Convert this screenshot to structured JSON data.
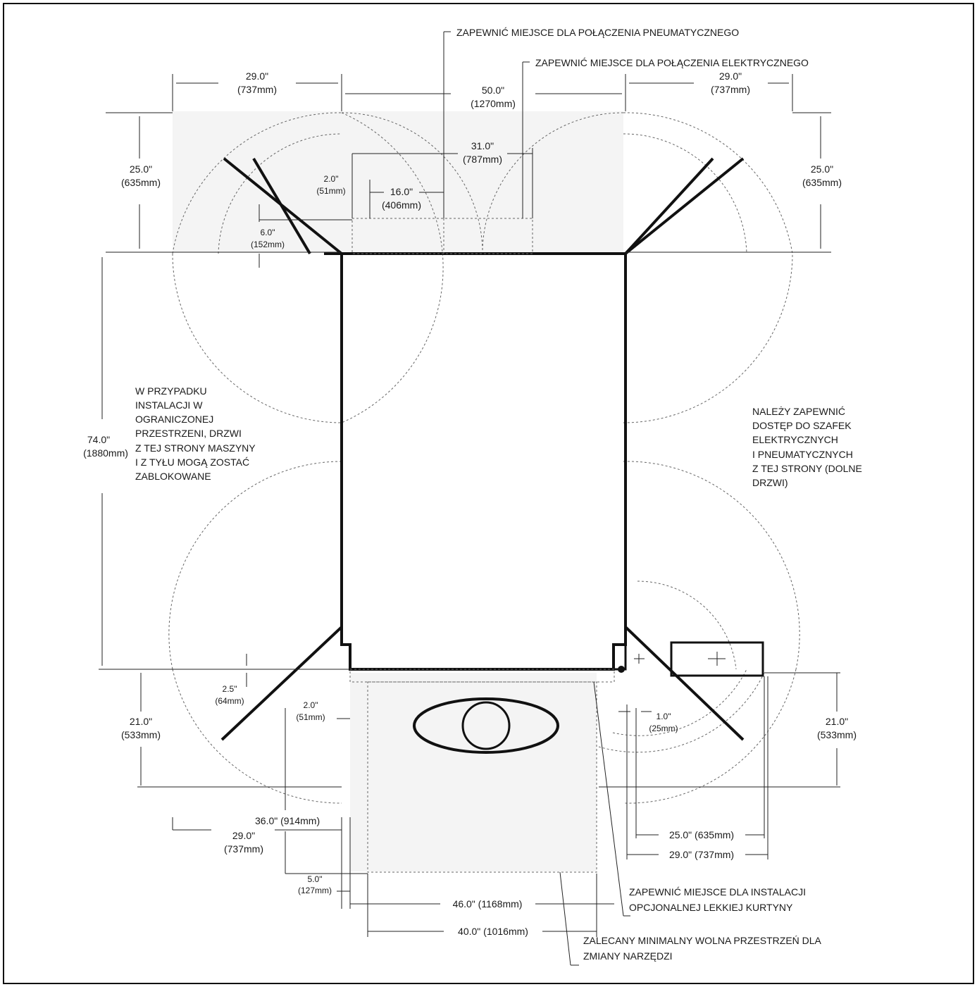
{
  "notes": {
    "pneumatic": "ZAPEWNIĆ MIEJSCE DLA POŁĄCZENIA PNEUMATYCZNEGO",
    "electric": "ZAPEWNIĆ MIEJSCE DLA POŁĄCZENIA ELEKTRYCZNEGO",
    "left_side": [
      "W PRZYPADKU",
      "INSTALACJI W",
      "OGRANICZONEJ",
      "PRZESTRZENI, DRZWI",
      "Z TEJ STRONY MASZYNY",
      "I Z TYŁU MOGĄ ZOSTAĆ",
      "ZABLOKOWANE"
    ],
    "right_side": [
      "NALEŻY ZAPEWNIĆ",
      "DOSTĘP DO SZAFEK",
      "ELEKTRYCZNYCH",
      "I PNEUMATYCZNYCH",
      "Z TEJ STRONY (DOLNE",
      "DRZWI)"
    ],
    "light_curtain": [
      "ZAPEWNIĆ MIEJSCE DLA INSTALACJI",
      "OPCJONALNEJ LEKKIEJ KURTYNY"
    ],
    "tool_change": [
      "ZALECANY MINIMALNY WOLNA PRZESTRZEŃ DLA",
      "ZMIANY NARZĘDZI"
    ]
  },
  "dims": {
    "top_left_width": [
      "29.0\"",
      "(737mm)"
    ],
    "top_center_width": [
      "50.0\"",
      "(1270mm)"
    ],
    "top_right_width": [
      "29.0\"",
      "(737mm)"
    ],
    "inner_width": [
      "31.0\"",
      "(787mm)"
    ],
    "left_height": [
      "25.0\"",
      "(635mm)"
    ],
    "right_height": [
      "25.0\"",
      "(635mm)"
    ],
    "offset_2": [
      "2.0\"",
      "(51mm)"
    ],
    "width_16": [
      "16.0\"",
      "(406mm)"
    ],
    "depth_6": [
      "6.0\"",
      "(152mm)"
    ],
    "machine_length": [
      "74.0\"",
      "(1880mm)"
    ],
    "offset_2_5": [
      "2.5\"",
      "(64mm)"
    ],
    "offset_2_b": [
      "2.0\"",
      "(51mm)"
    ],
    "offset_1": [
      "1.0\"",
      "(25mm)"
    ],
    "bottom_left_height": [
      "21.0\"",
      "(533mm)"
    ],
    "bottom_right_height": [
      "21.0\"",
      "(533mm)"
    ],
    "depth_36": "36.0\" (914mm)",
    "bottom_left_width": [
      "29.0\"",
      "(737mm)"
    ],
    "right_25": "25.0\" (635mm)",
    "right_29": "29.0\" (737mm)",
    "offset_5": [
      "5.0\"",
      "(127mm)"
    ],
    "width_46": "46.0\" (1168mm)",
    "width_40": "40.0\" (1016mm)"
  }
}
